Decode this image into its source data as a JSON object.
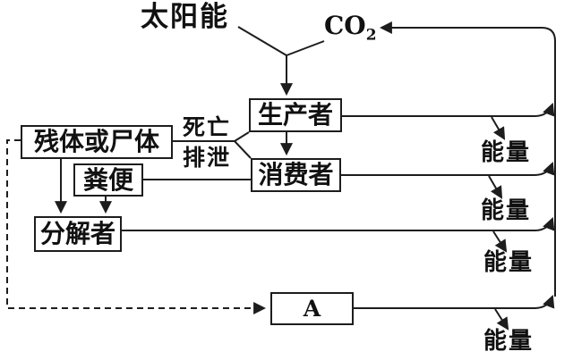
{
  "diagram": {
    "nodes": {
      "producer": "生产者",
      "consumer": "消费者",
      "remains": "残体或尸体",
      "feces": "粪便",
      "decomposer": "分解者",
      "box_a": "A"
    },
    "labels": {
      "solar": "太阳能",
      "co2_main": "CO",
      "co2_sub": "2",
      "death": "死亡",
      "excretion": "排泄"
    },
    "energy": [
      "能量",
      "能量",
      "能量",
      "能量"
    ],
    "colors": {
      "line": "#1d1d1d",
      "background": "#ffffff",
      "text": "#111111"
    }
  }
}
